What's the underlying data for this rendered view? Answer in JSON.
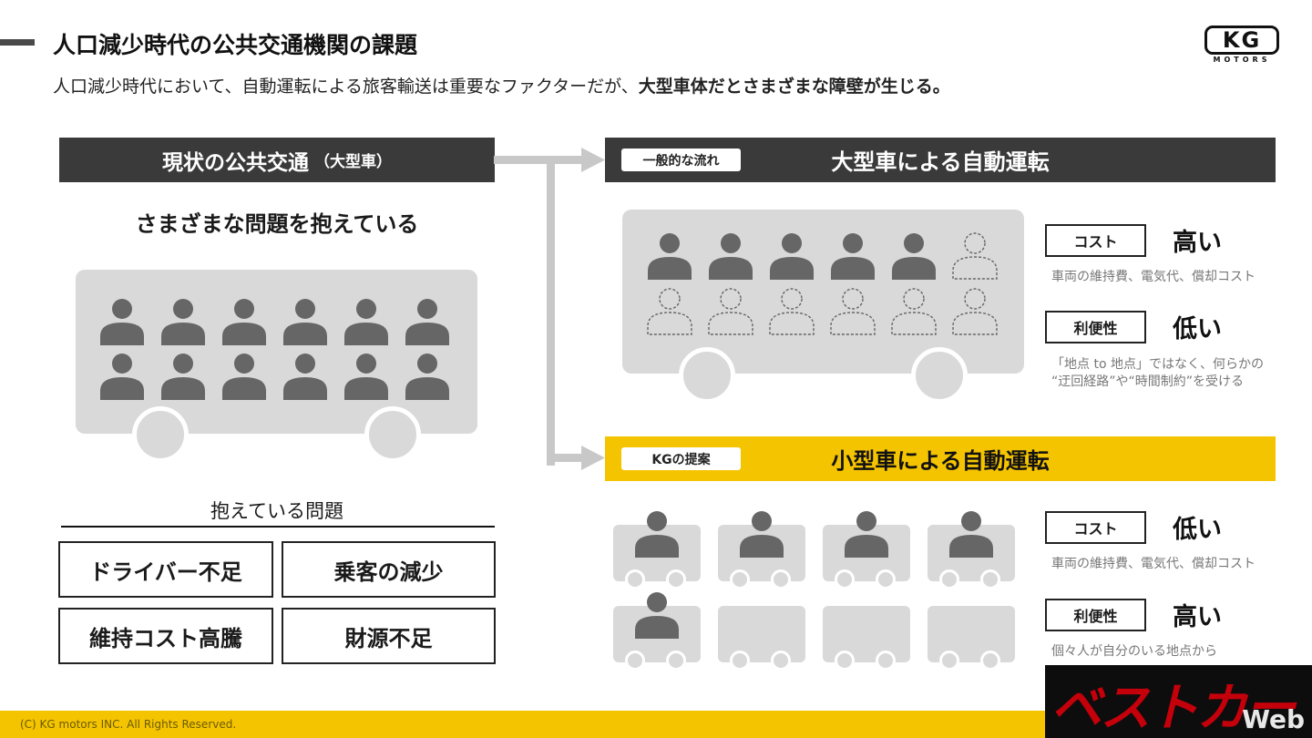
{
  "header": {
    "title": "人口減少時代の公共交通機関の課題",
    "subtitle_plain": "人口減少時代において、自動運転による旅客輸送は重要なファクターだが、",
    "subtitle_bold": "大型車体だとさまざまな障壁が生じる。"
  },
  "logo": {
    "mark": "KG",
    "sub": "MOTORS"
  },
  "left": {
    "header": "現状の公共交通",
    "header_small": "（大型車）",
    "subtitle": "さまざまな問題を抱えている",
    "problems_title": "抱えている問題",
    "problems": [
      "ドライバー不足",
      "乗客の減少",
      "維持コスト高騰",
      "財源不足"
    ]
  },
  "right_top": {
    "tag": "一般的な流れ",
    "title": "大型車による自動運転",
    "cost_label": "コスト",
    "cost_value": "高い",
    "cost_note": "車両の維持費、電気代、償却コスト",
    "conv_label": "利便性",
    "conv_value": "低い",
    "conv_note_1": "「地点 to 地点」ではなく、何らかの",
    "conv_note_2": "“迂回経路”や“時間制約”を受ける"
  },
  "right_bottom": {
    "tag": "KGの提案",
    "title": "小型車による自動運転",
    "cost_label": "コスト",
    "cost_value": "低い",
    "cost_note": "車両の維持費、電気代、償却コスト",
    "conv_label": "利便性",
    "conv_value": "高い",
    "conv_note_1": "個々人が自分のいる地点から"
  },
  "footer": {
    "copyright": "(C)  KG motors INC. All Rights Reserved."
  },
  "watermark": {
    "text": "ベストカー",
    "sub": "Web"
  },
  "colors": {
    "dark": "#3a3a3a",
    "yellow": "#f5c400",
    "gray": "#d9d9d9",
    "person": "#666666"
  }
}
